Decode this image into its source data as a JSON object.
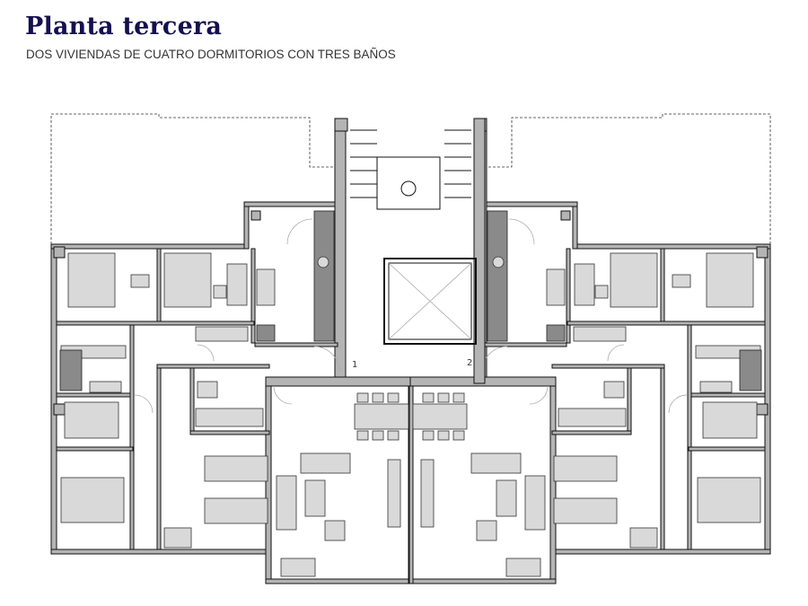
{
  "header": {
    "title": "Planta tercera",
    "subtitle": "DOS VIVIENDAS DE CUATRO DORMITORIOS CON TRES BAÑOS"
  },
  "plan": {
    "unit_labels": [
      "1",
      "2"
    ]
  },
  "colors": {
    "title": "#14104f",
    "wall": "#b4b4b4",
    "furniture": "#d9d9d9"
  }
}
